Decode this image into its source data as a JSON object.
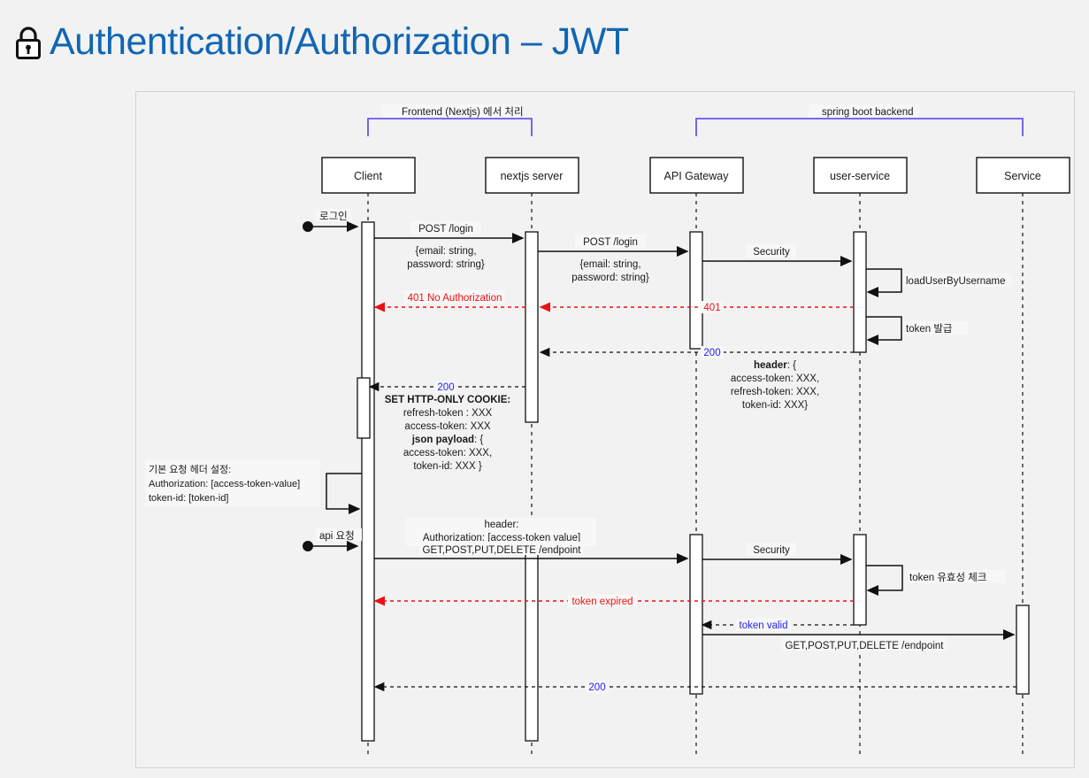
{
  "header": {
    "title": "Authentication/Authorization – JWT",
    "icon": "lock-icon",
    "title_color": "#1266b2"
  },
  "diagram": {
    "type": "sequence-diagram",
    "groups": [
      {
        "label": "Frontend (Nextjs) 에서 처리",
        "from": "Client",
        "to": "nextjs server",
        "color": "#6656f0"
      },
      {
        "label": "spring boot backend",
        "from": "API Gateway",
        "to": "Service",
        "color": "#6656f0"
      }
    ],
    "participants": [
      {
        "name": "Client"
      },
      {
        "name": "nextjs server"
      },
      {
        "name": "API Gateway"
      },
      {
        "name": "user-service"
      },
      {
        "name": "Service"
      }
    ],
    "start_labels": [
      {
        "label": "로그인",
        "target": "Client"
      },
      {
        "label": "api 요청",
        "target": "Client"
      }
    ],
    "messages": [
      {
        "id": "m1",
        "from": "Client",
        "to": "nextjs server",
        "label": "POST /login",
        "style": "solid",
        "color": "#000000"
      },
      {
        "id": "m1b",
        "from": "Client",
        "to": "nextjs server",
        "label": "{email: string,\npassword: string}",
        "style": "note",
        "color": "#000000"
      },
      {
        "id": "m2",
        "from": "nextjs server",
        "to": "API Gateway",
        "label": "POST /login",
        "style": "solid",
        "color": "#000000"
      },
      {
        "id": "m2b",
        "from": "nextjs server",
        "to": "API Gateway",
        "label": "{email: string,\npassword: string}",
        "style": "note",
        "color": "#000000"
      },
      {
        "id": "m3",
        "from": "API Gateway",
        "to": "user-service",
        "label": "Security",
        "style": "solid",
        "color": "#000000"
      },
      {
        "id": "m4",
        "from": "user-service",
        "to": "user-service",
        "label": "loadUserByUsername",
        "style": "self",
        "color": "#000000"
      },
      {
        "id": "m5",
        "from": "user-service",
        "to": "Client",
        "label": "401 No Authorization",
        "label2": "401",
        "style": "dashed",
        "color": "#ee1111"
      },
      {
        "id": "m6",
        "from": "user-service",
        "to": "user-service",
        "label": "token 발급",
        "style": "self",
        "color": "#000000"
      },
      {
        "id": "m7",
        "from": "user-service",
        "to": "nextjs server",
        "label": "200",
        "style": "dashed",
        "color": "#2222ee"
      },
      {
        "id": "m7b",
        "from": "user-service",
        "to": "nextjs server",
        "label": "header: {\naccess-token: XXX,\nrefresh-token: XXX,\ntoken-id: XXX}",
        "style": "note",
        "color": "#000000"
      },
      {
        "id": "m8",
        "from": "nextjs server",
        "to": "Client",
        "label": "200",
        "style": "dashed",
        "color": "#2222ee"
      },
      {
        "id": "m8b",
        "from": "nextjs server",
        "to": "Client",
        "label": "SET HTTP-ONLY COOKIE:\nrefresh-token : XXX\naccess-token: XXX\njson payload: {\naccess-token: XXX,\ntoken-id: XXX }",
        "style": "note",
        "color": "#000000"
      },
      {
        "id": "m9",
        "from": "Client",
        "to": "Client",
        "label": "기본 요청 헤더 설정:\nAuthorization:  [access-token-value]\ntoken-id: [token-id]",
        "style": "self-left",
        "color": "#000000"
      },
      {
        "id": "m10",
        "from": "Client",
        "to": "API Gateway",
        "label": "GET,POST,PUT,DELETE /endpoint",
        "label2": "header:\nAuthorization: [access-token value]",
        "style": "solid",
        "color": "#000000"
      },
      {
        "id": "m11",
        "from": "API Gateway",
        "to": "user-service",
        "label": "Security",
        "style": "solid",
        "color": "#000000"
      },
      {
        "id": "m12",
        "from": "user-service",
        "to": "user-service",
        "label": "token 유효성 체크",
        "style": "self",
        "color": "#000000"
      },
      {
        "id": "m13",
        "from": "user-service",
        "to": "Client",
        "label": "token expired",
        "style": "dashed",
        "color": "#ee1111"
      },
      {
        "id": "m14",
        "from": "user-service",
        "to": "API Gateway",
        "label": "token valid",
        "style": "dashed",
        "color": "#2222ee"
      },
      {
        "id": "m15",
        "from": "API Gateway",
        "to": "Service",
        "label": "GET,POST,PUT,DELETE /endpoint",
        "style": "solid",
        "color": "#000000"
      },
      {
        "id": "m16",
        "from": "Service",
        "to": "Client",
        "label": "200",
        "style": "dashed",
        "color": "#2222ee"
      }
    ],
    "text_labels": {
      "group_frontend": "Frontend (Nextjs) 에서 처리",
      "group_backend": "spring boot backend",
      "p_client": "Client",
      "p_nextjs": "nextjs server",
      "p_gateway": "API Gateway",
      "p_userservice": "user-service",
      "p_service": "Service",
      "start_login": "로그인",
      "start_api": "api 요청",
      "post_login_1": "POST /login",
      "body_1_line1": "{email: string,",
      "body_1_line2": "password: string}",
      "post_login_2": "POST /login",
      "body_2_line1": "{email: string,",
      "body_2_line2": "password: string}",
      "security_1": "Security",
      "load_user": "loadUserByUsername",
      "token_issue": "token 발급",
      "err_401_full": "401 No Authorization",
      "err_401": "401",
      "ok_200_a": "200",
      "ok_200_b": "200",
      "ok_200_c": "200",
      "header_block_l1": "header",
      "header_block_l1b": ": {",
      "header_block_l2": "access-token: XXX,",
      "header_block_l3": "refresh-token: XXX,",
      "header_block_l4": "token-id: XXX}",
      "cookie_l1": "SET HTTP-ONLY COOKIE:",
      "cookie_l2": "refresh-token : XXX",
      "cookie_l3": "access-token: XXX",
      "cookie_l4a": "json payload",
      "cookie_l4b": ": {",
      "cookie_l5": "access-token: XXX,",
      "cookie_l6": "token-id: XXX }",
      "note_l1": "기본 요청 헤더 설정:",
      "note_l2": "Authorization:  [access-token-value]",
      "note_l3": "token-id: [token-id]",
      "req_header_l1": "header:",
      "req_header_l2": "Authorization: [access-token value]",
      "endpoint_1": "GET,POST,PUT,DELETE /endpoint",
      "security_2": "Security",
      "token_check": "token 유효성 체크",
      "token_expired": "token expired",
      "token_valid": "token valid",
      "endpoint_2": "GET,POST,PUT,DELETE /endpoint"
    }
  }
}
